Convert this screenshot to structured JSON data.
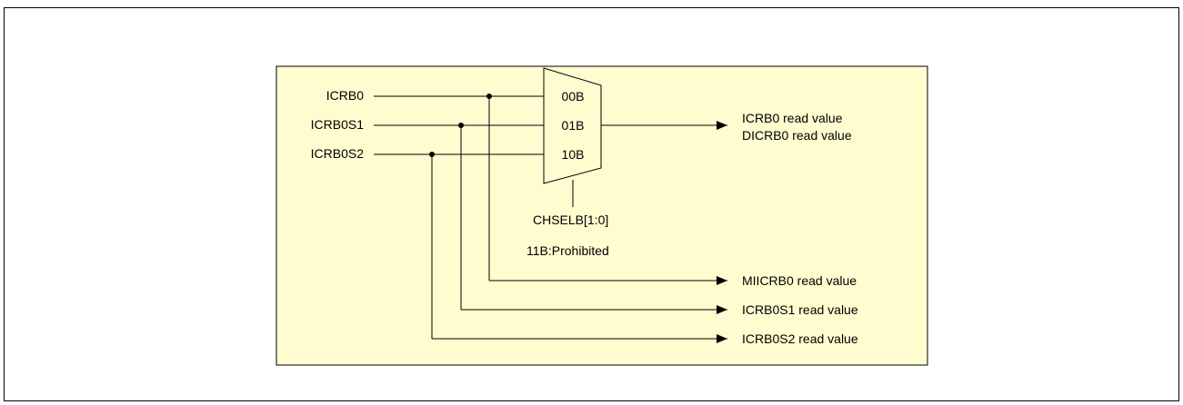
{
  "colors": {
    "panel_fill": "#fffdd0",
    "stroke": "#000000",
    "text": "#000000"
  },
  "inputs": [
    "ICRB0",
    "ICRB0S1",
    "ICRB0S2"
  ],
  "mux": {
    "ports": [
      "00B",
      "01B",
      "10B"
    ],
    "select_label": "CHSELB[1:0]",
    "select_note": "11B:Prohibited"
  },
  "mux_output": {
    "line1": "ICRB0 read value",
    "line2": "DICRB0 read value"
  },
  "direct_outputs": [
    "MIICRB0 read value",
    "ICRB0S1 read value",
    "ICRB0S2 read value"
  ]
}
